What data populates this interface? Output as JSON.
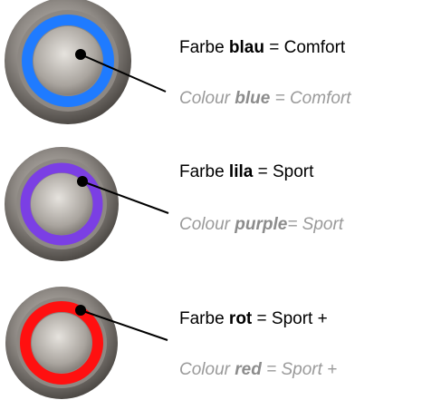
{
  "items": [
    {
      "de_prefix": "Farbe ",
      "de_color": "blau",
      "de_suffix": " = Comfort",
      "en_prefix": "Colour ",
      "en_color": "blue",
      "en_suffix": " = Comfort",
      "ring_color": "#1f7bff"
    },
    {
      "de_prefix": "Farbe ",
      "de_color": "lila",
      "de_suffix": " = Sport",
      "en_prefix": "Colour ",
      "en_color": "purple",
      "en_suffix": "= Sport",
      "ring_color": "#7b3fe4"
    },
    {
      "de_prefix": "Farbe ",
      "de_color": "rot",
      "de_suffix": " = Sport +",
      "en_prefix": "Colour ",
      "en_color": "red",
      "en_suffix": " = Sport +",
      "ring_color": "#ff1010"
    }
  ],
  "colors": {
    "metal_light": "#d8d6d2",
    "metal_dark": "#6e6a66",
    "text_german": "#000000",
    "text_english": "#9a9a9a"
  }
}
